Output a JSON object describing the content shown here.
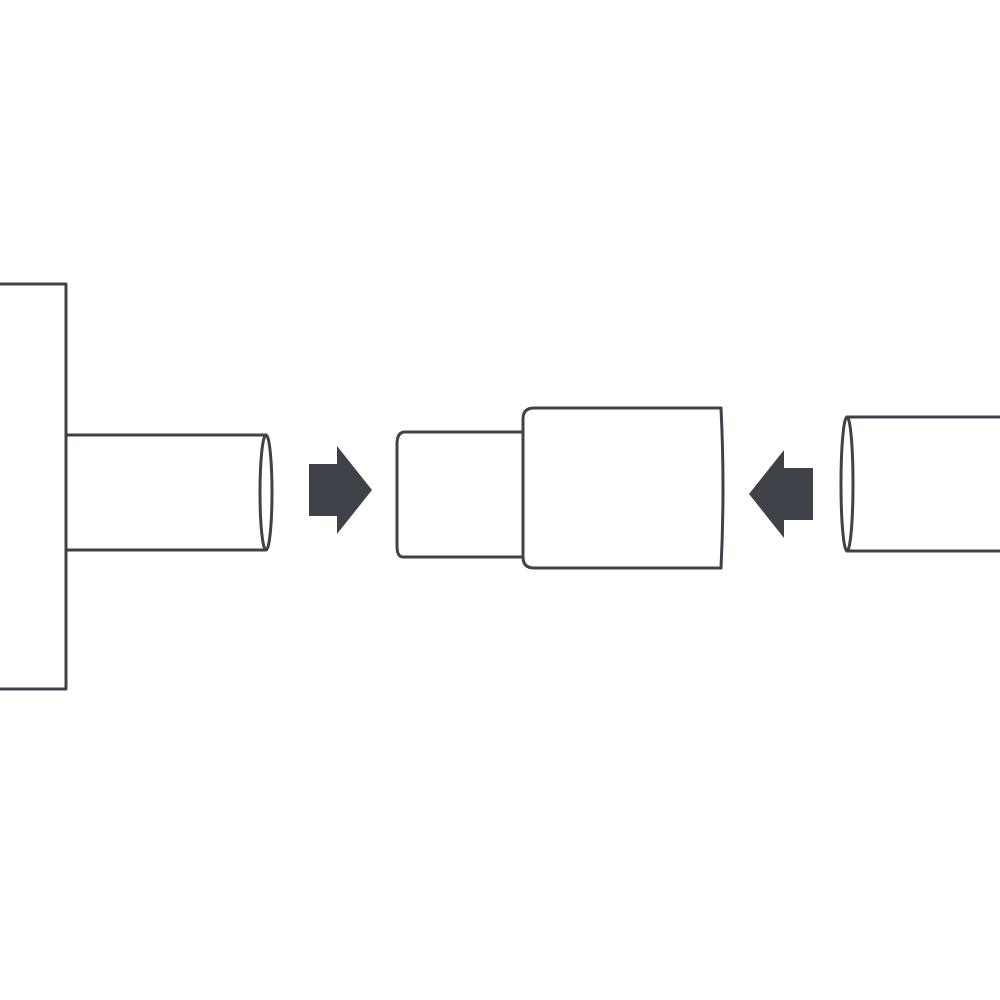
{
  "colors": {
    "background": "#ffffff",
    "outline": "#3f4349",
    "arrow": "#3f4349"
  },
  "diagram": {
    "parts": [
      {
        "name": "wall-flange",
        "kind": "mounting plate"
      },
      {
        "name": "wall-pipe",
        "kind": "pipe stub with open end"
      },
      {
        "name": "reducer-coupling",
        "kind": "step coupling, small end left, large end right"
      },
      {
        "name": "hose-pipe",
        "kind": "pipe with open end"
      }
    ],
    "arrows": [
      {
        "name": "arrow-right",
        "icon": "right-arrow-icon",
        "direction": "right"
      },
      {
        "name": "arrow-left",
        "icon": "left-arrow-icon",
        "direction": "left"
      }
    ]
  }
}
